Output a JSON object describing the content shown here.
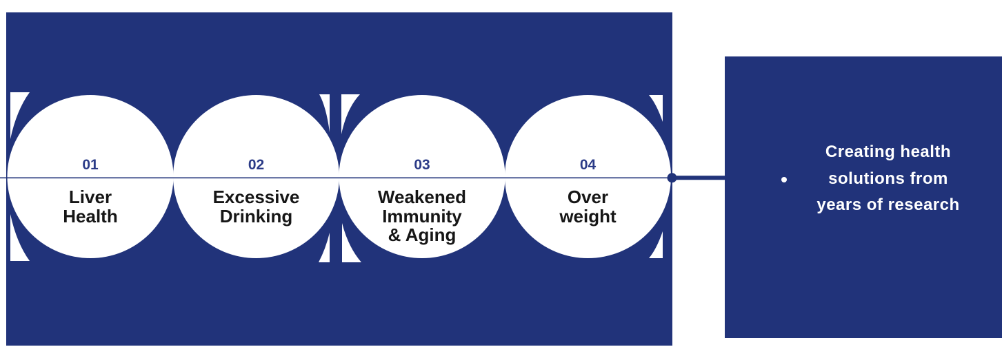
{
  "colors": {
    "navy": "#21337A",
    "step_number": "#2B3B87",
    "step_label": "#161616",
    "panel_text": "#FFFFFF",
    "shape_white": "#FFFFFF"
  },
  "timeline": {
    "steps": [
      {
        "number": "01",
        "label": "Liver\nHealth"
      },
      {
        "number": "02",
        "label": "Excessive\nDrinking"
      },
      {
        "number": "03",
        "label": "Weakened\nImmunity\n& Aging"
      },
      {
        "number": "04",
        "label": "Over\nweight"
      }
    ]
  },
  "side_panel": {
    "bullet_text": "Creating health\nsolutions from\nyears of research"
  }
}
